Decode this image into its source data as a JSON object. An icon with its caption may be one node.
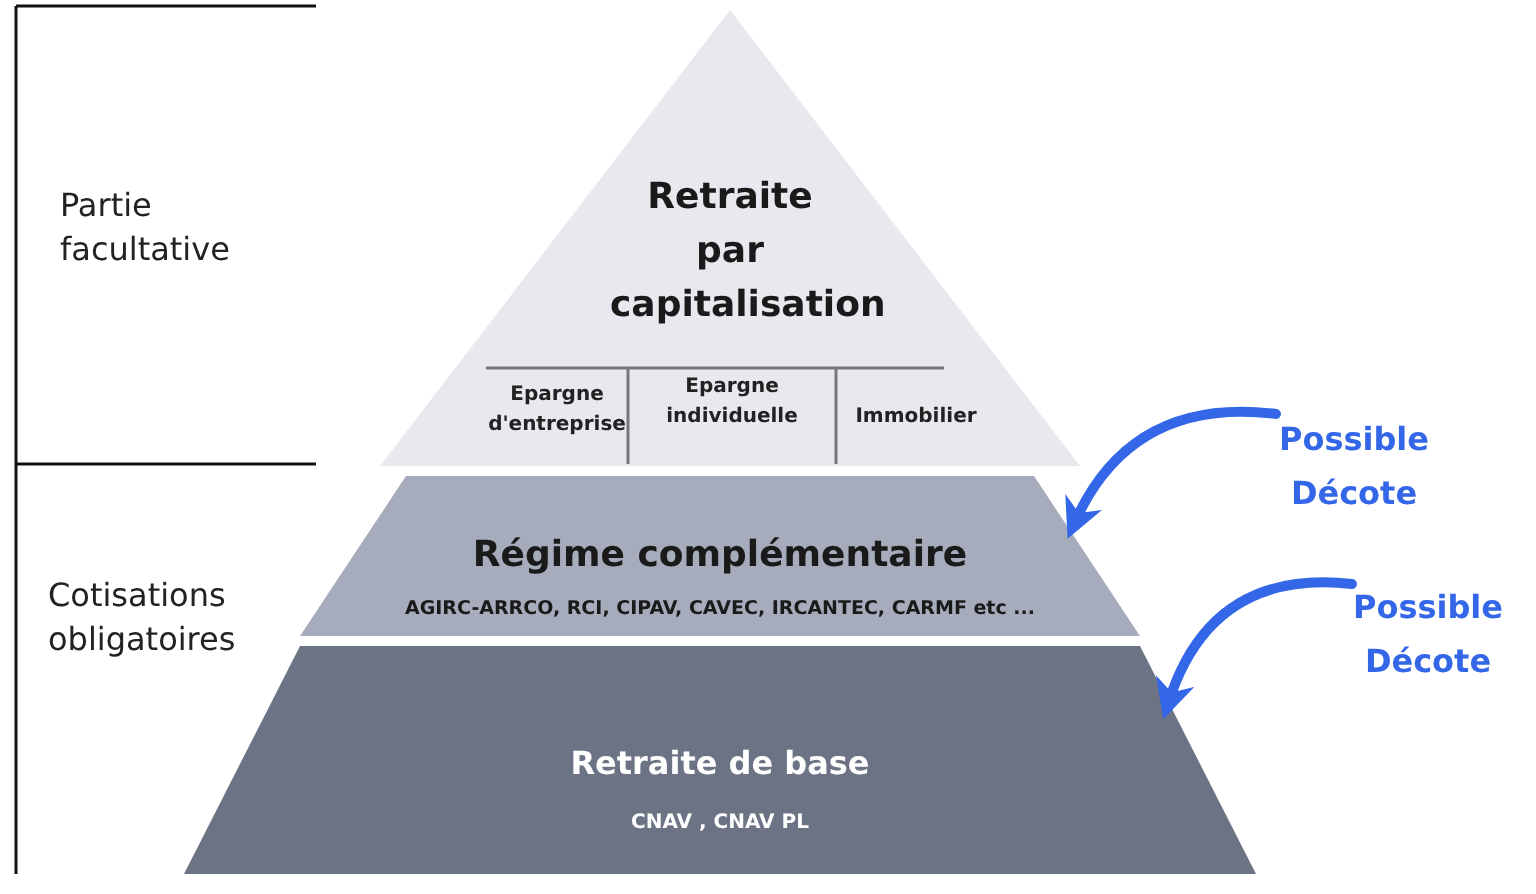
{
  "diagram": {
    "nodes": [
      {
        "text": [
          "Retraite par capitalisation"
        ]
      },
      {
        "text": [
          "Epargne d'entreprise"
        ],
        "in": 0
      },
      {
        "text": [
          "Epargne individuelle"
        ],
        "in": 0
      },
      {
        "text": [
          "Immobilier"
        ],
        "in": 0
      },
      {
        "text": [
          "Régime complémentaire",
          "AGIRC-ARRCO, RCI, CIPAV, CAVEC, IRCANTEC, CARMF etc ..."
        ]
      },
      {
        "text": [
          "Retraite de base",
          "CNAV , CNAV PL"
        ]
      },
      {
        "text": [
          "Possible Décote"
        ]
      },
      {
        "text": [
          "Possible Décote"
        ]
      }
    ],
    "edges": [
      {
        "from": 6,
        "to": 4,
        "arrow": "to"
      },
      {
        "from": 7,
        "to": 5,
        "arrow": "to"
      }
    ],
    "labels": [
      "Partie facultative",
      "Cotisations obligatoires"
    ]
  }
}
